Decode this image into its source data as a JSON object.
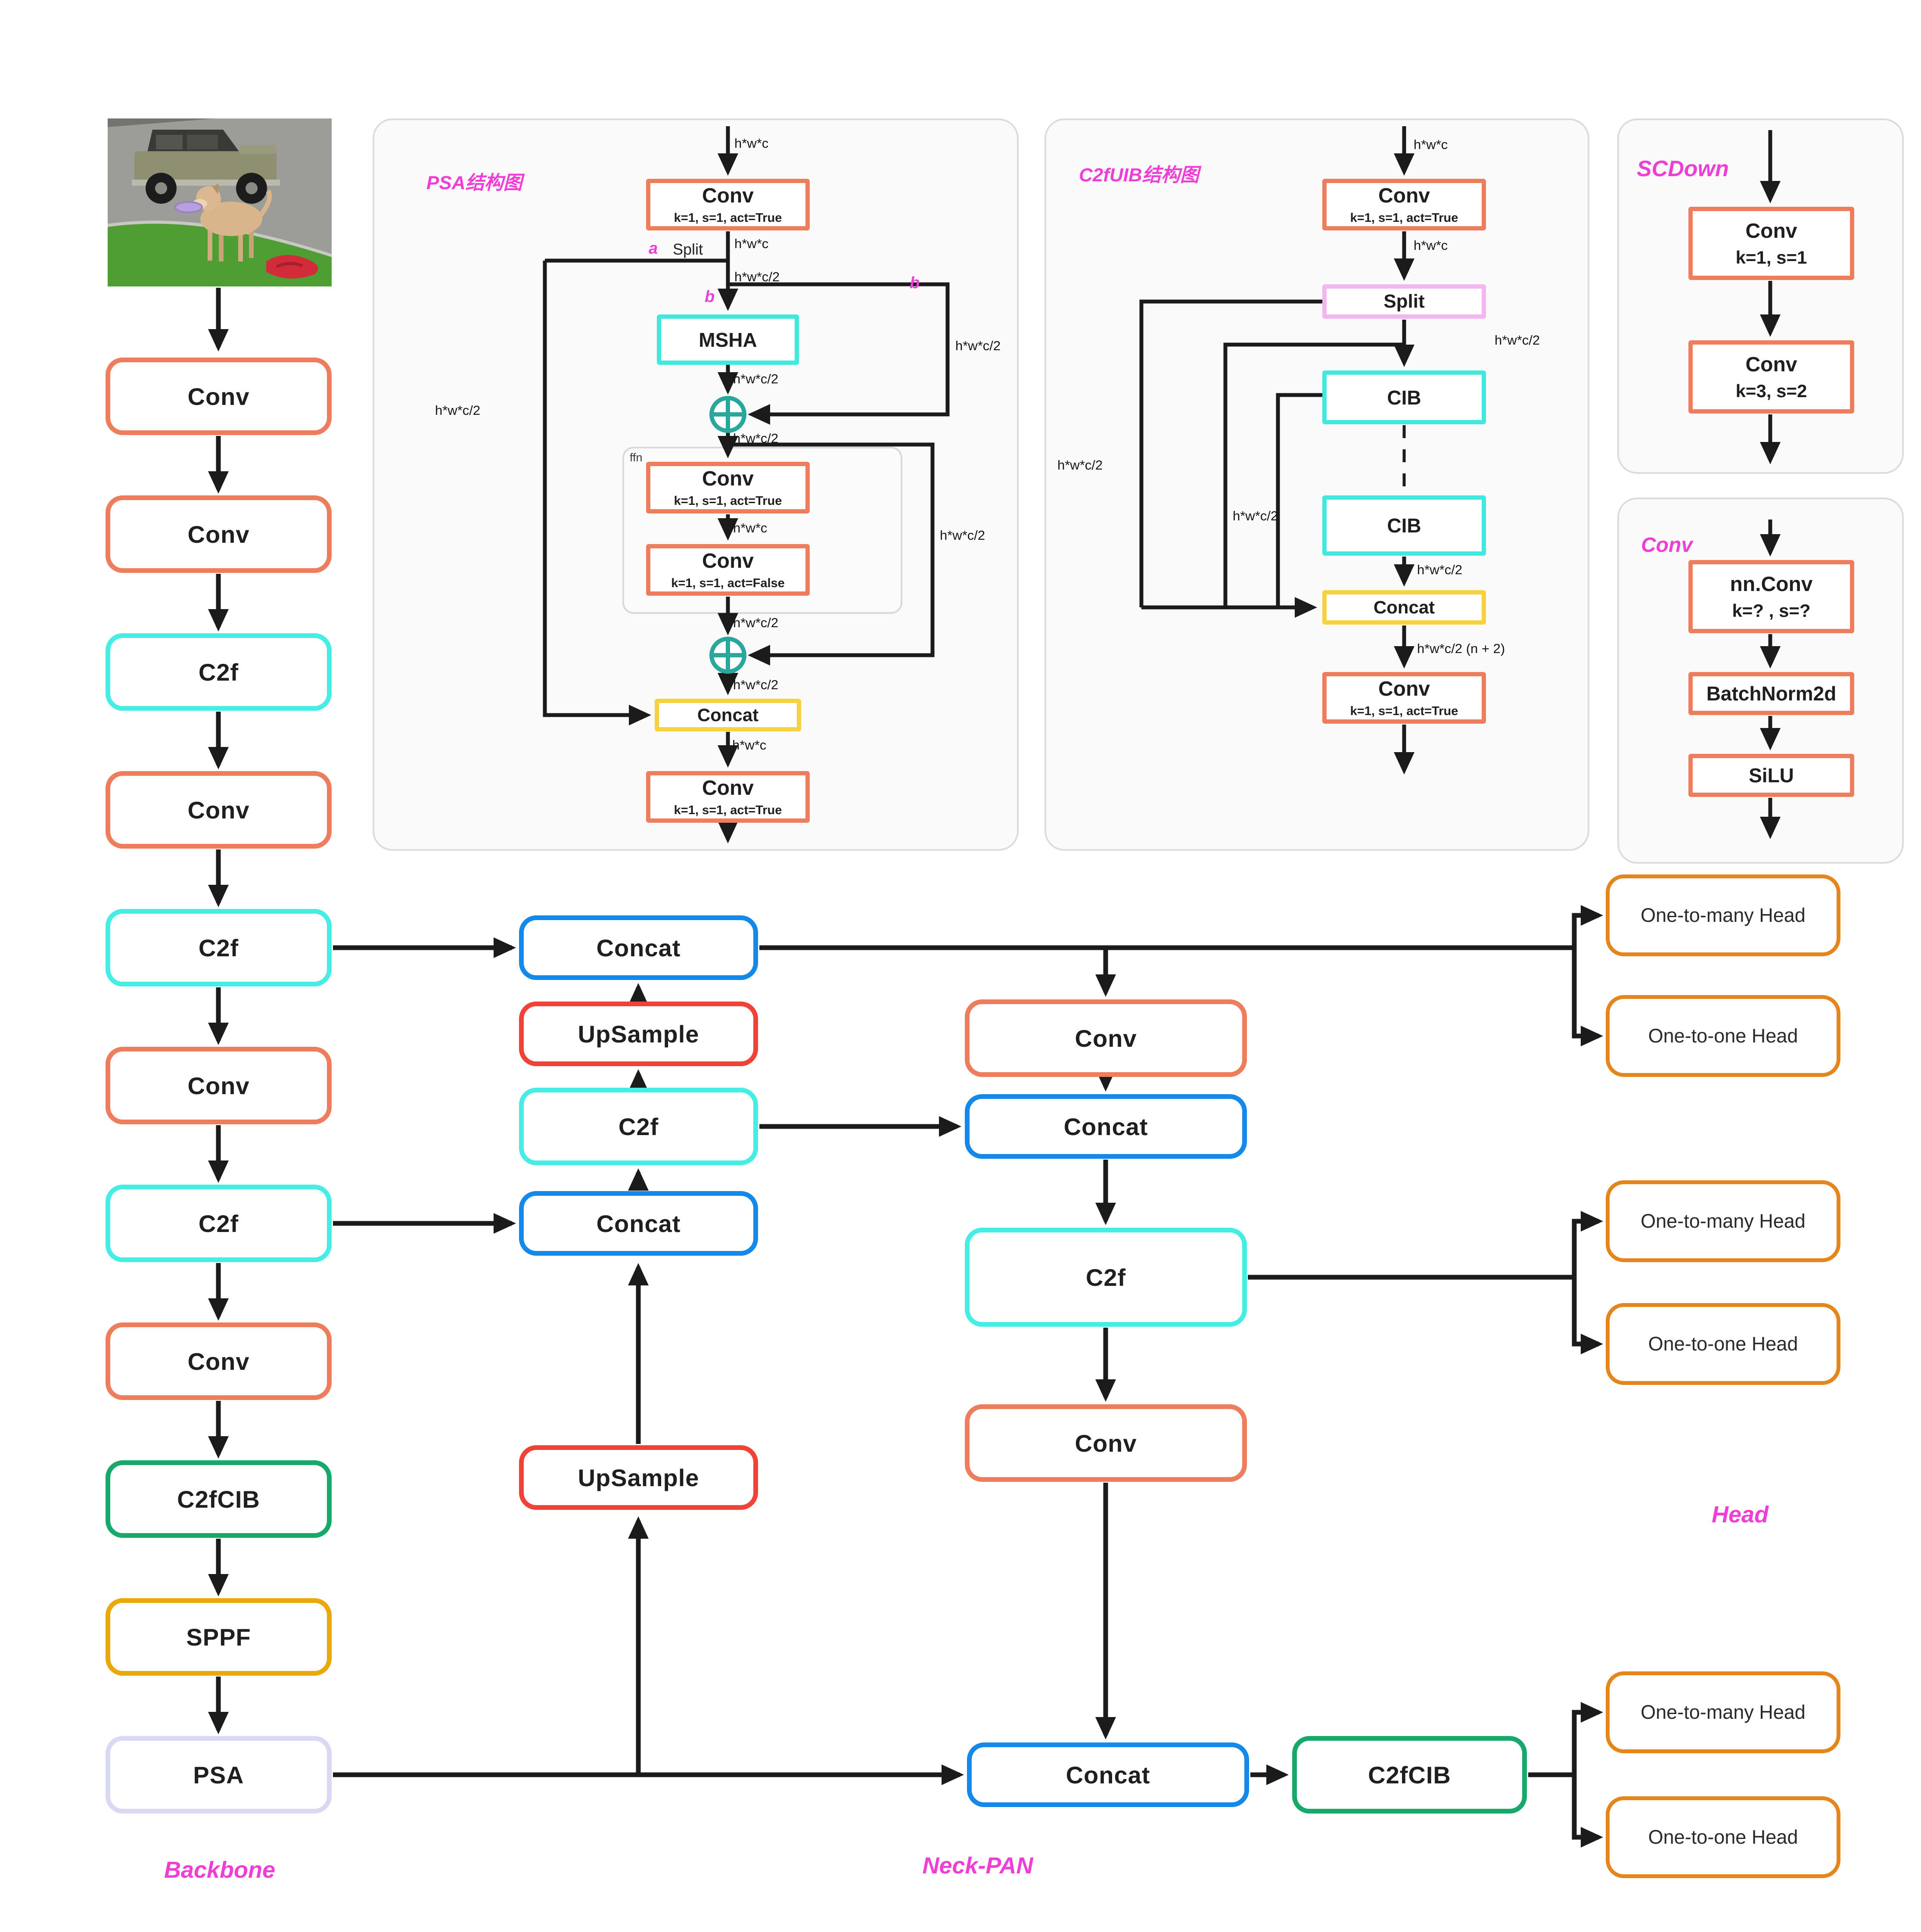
{
  "sections": {
    "backbone": "Backbone",
    "neck": "Neck-PAN",
    "head": "Head"
  },
  "backbone": {
    "blocks": [
      "Conv",
      "Conv",
      "C2f",
      "Conv",
      "C2f",
      "Conv",
      "C2f",
      "Conv",
      "C2fCIB",
      "SPPF",
      "PSA"
    ]
  },
  "neck": {
    "col1": [
      "Concat",
      "UpSample",
      "C2f",
      "Concat",
      "UpSample"
    ],
    "col2": [
      "Conv",
      "Concat",
      "C2f",
      "Conv"
    ],
    "bottom": [
      "Concat",
      "C2fCIB"
    ]
  },
  "heads": {
    "one_to_many": "One-to-many Head",
    "one_to_one": "One-to-one Head"
  },
  "panel_psa": {
    "title": "PSA结构图",
    "conv_in": {
      "t": "Conv",
      "p": "k=1, s=1, act=True"
    },
    "split_label": "Split",
    "a": "a",
    "b": "b",
    "msha": "MSHA",
    "ffn_label": "ffn",
    "conv_ffn1": {
      "t": "Conv",
      "p": "k=1, s=1, act=True"
    },
    "conv_ffn2": {
      "t": "Conv",
      "p": "k=1, s=1, act=False"
    },
    "concat": "Concat",
    "conv_out": {
      "t": "Conv",
      "p": "k=1, s=1, act=True"
    },
    "dims": {
      "in": "h*w*c",
      "after_conv": "h*w*c",
      "split_half": "h*w*c/2",
      "branch_b": "h*w*c/2",
      "msha_out": "h*w*c/2",
      "add1_out": "h*w*c/2",
      "residual": "h*w*c/2",
      "ffn_mid": "h*w*c",
      "ffn_out": "h*w*c/2",
      "add2_out": "h*w*c/2",
      "skip_a": "h*w*c/2",
      "concat_out": "h*w*c"
    }
  },
  "panel_c2fuib": {
    "title": "C2fUIB结构图",
    "conv_in": {
      "t": "Conv",
      "p": "k=1, s=1, act=True"
    },
    "split": "Split",
    "cib1": "CIB",
    "cib2": "CIB",
    "concat": "Concat",
    "conv_out": {
      "t": "Conv",
      "p": "k=1, s=1, act=True"
    },
    "dims": {
      "in": "h*w*c",
      "after_conv": "h*w*c",
      "split_half": "h*w*c/2",
      "branch_a": "h*w*c/2",
      "branch_b": "h*w*c/2",
      "cib2_out": "h*w*c/2",
      "concat_out": "h*w*c/2 (n + 2)"
    }
  },
  "panel_scdown": {
    "title": "SCDown",
    "conv1": {
      "t": "Conv",
      "p": "k=1, s=1"
    },
    "conv2": {
      "t": "Conv",
      "p": "k=3, s=2"
    }
  },
  "panel_conv": {
    "title": "Conv",
    "nnconv": {
      "t": "nn.Conv",
      "p": "k=? , s=?"
    },
    "bn": "BatchNorm2d",
    "silu": "SiLU"
  },
  "colors": {
    "conv_border": "#ee7d5e",
    "c2f_border": "#45ede5",
    "c2fcib_border": "#17a96b",
    "sppf_border": "#e9a90b",
    "psa_border": "#d9d9f6",
    "concat_border": "#1489e9",
    "upsample_border": "#f04237",
    "head_border": "#e5861d",
    "inner_yellow": "#f8d23e",
    "inner_pink": "#f4b6ee",
    "add_teal": "#2aa79d",
    "magenta": "#ee3ed6",
    "line": "#1b1b1b"
  }
}
